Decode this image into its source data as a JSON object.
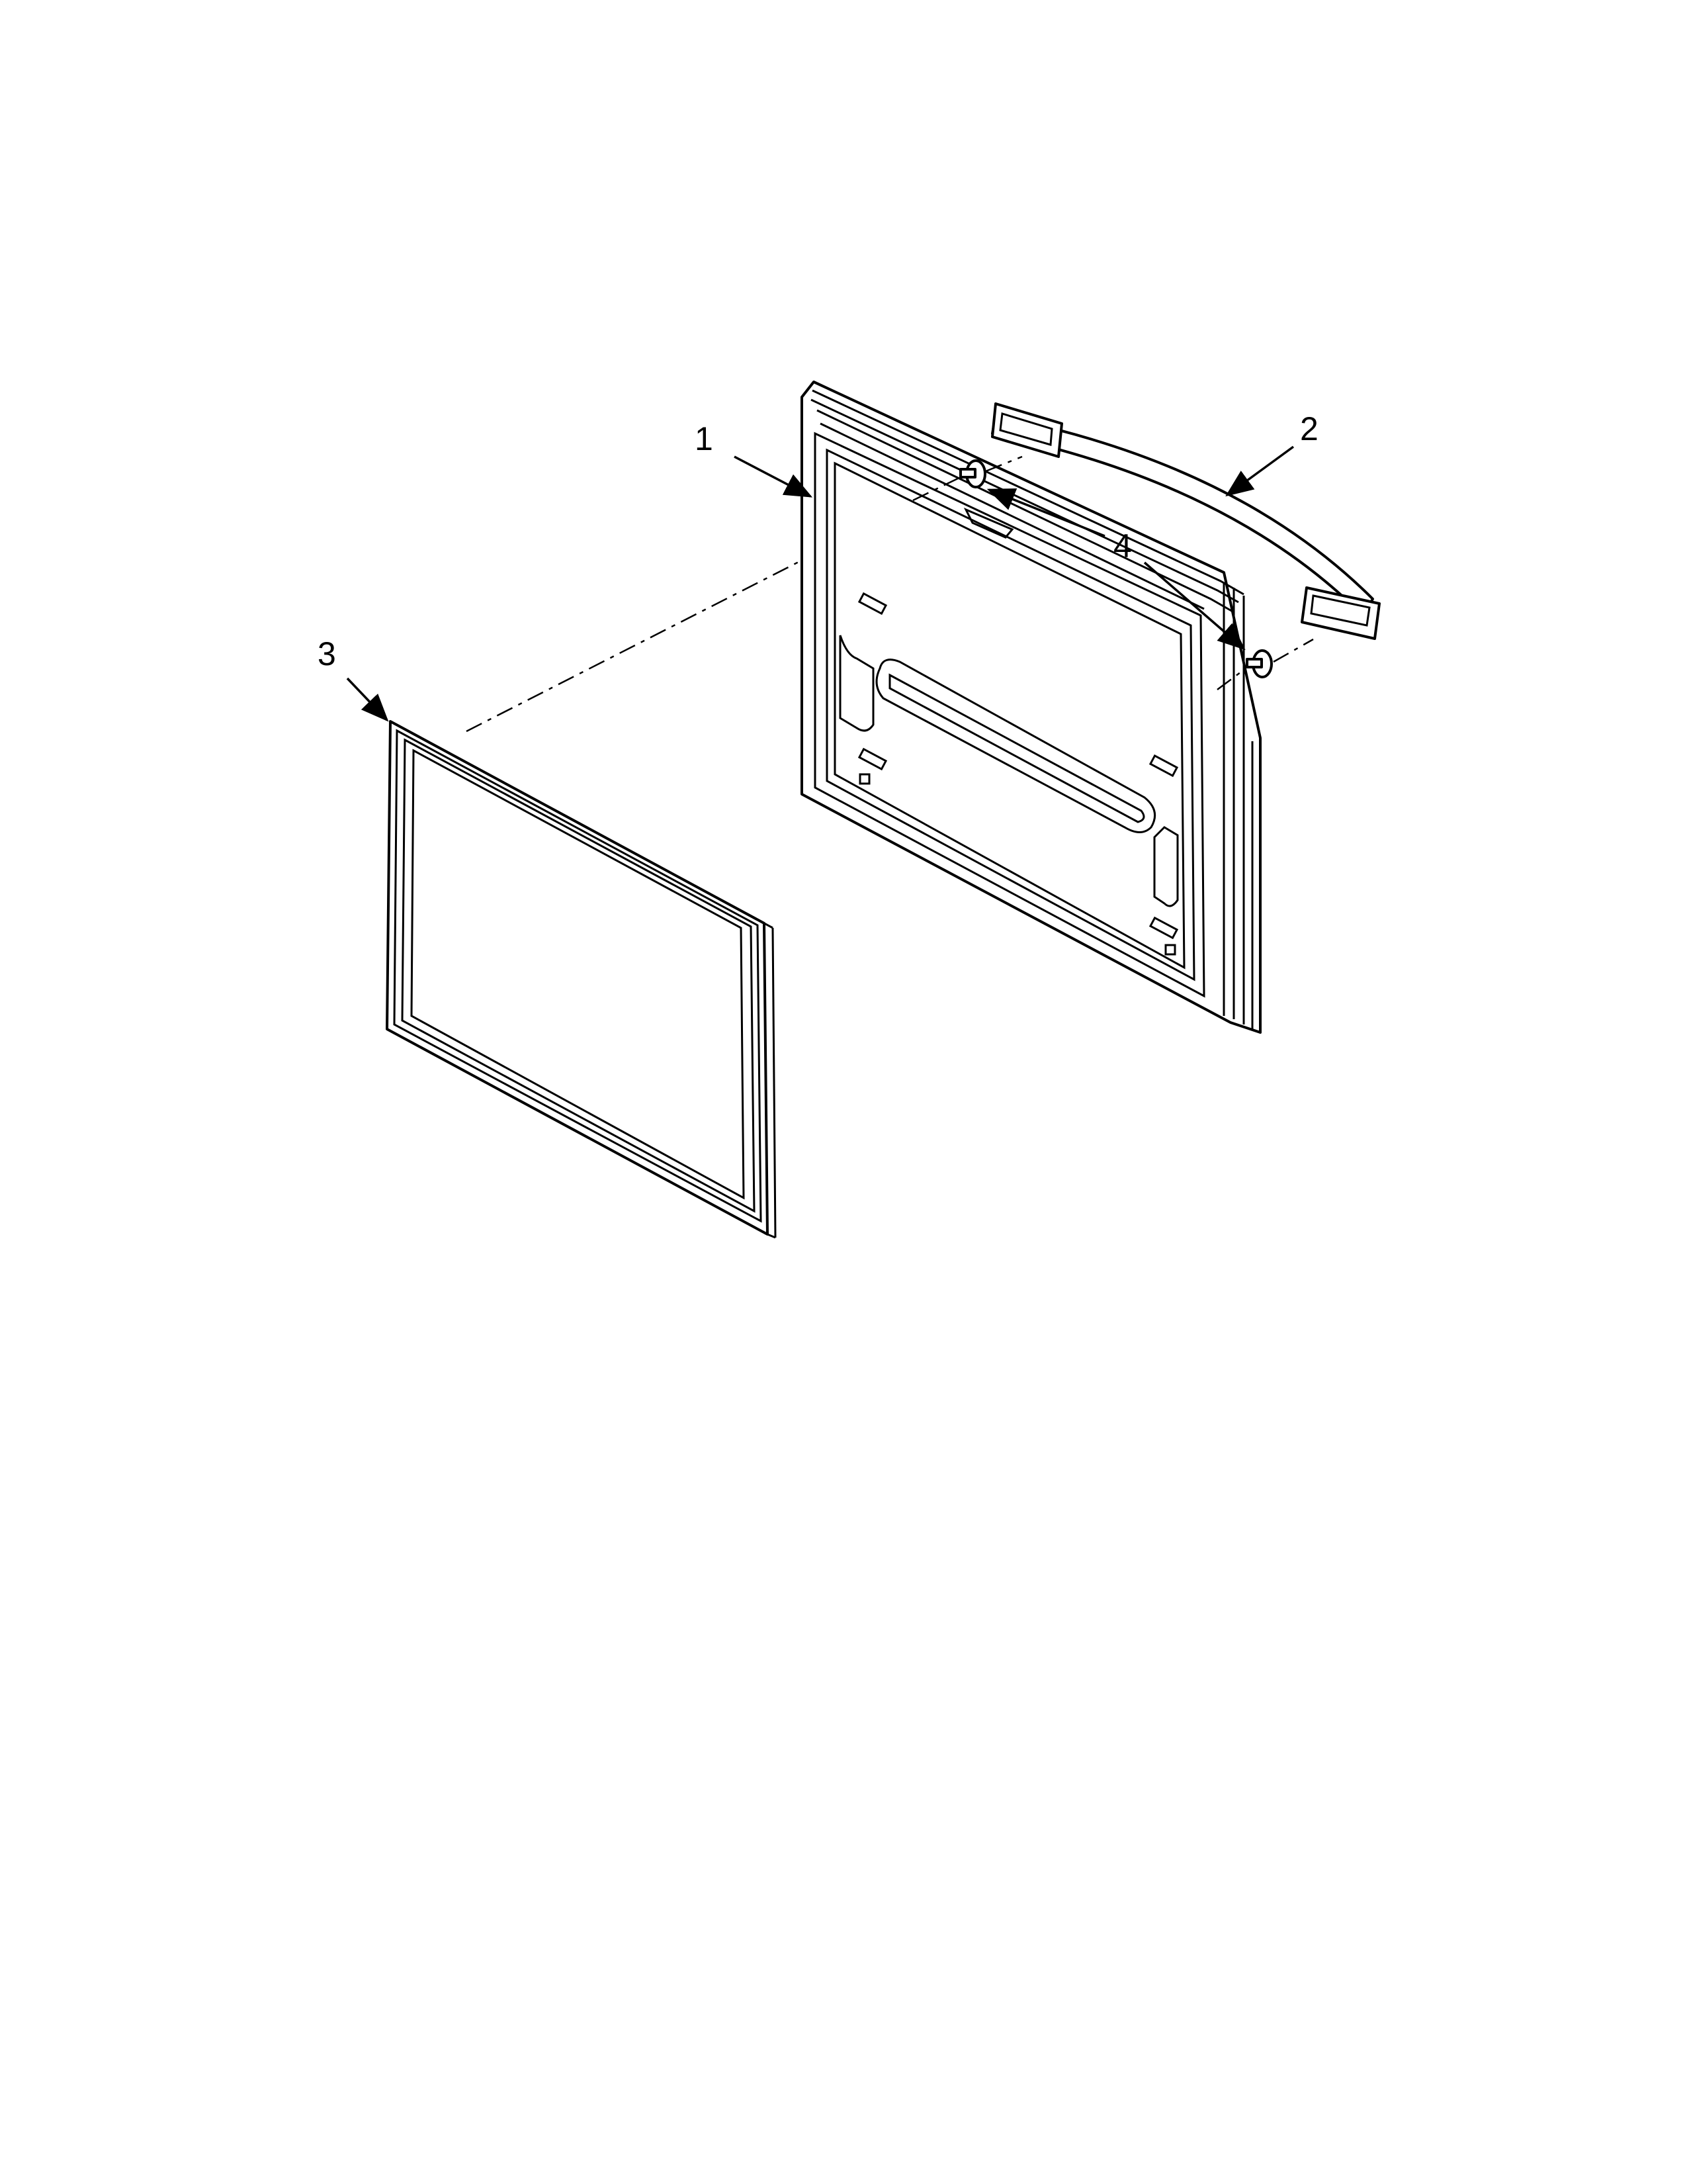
{
  "diagram": {
    "callouts": [
      {
        "number": "1",
        "part": "freezer-door"
      },
      {
        "number": "2",
        "part": "door-handle"
      },
      {
        "number": "3",
        "part": "door-gasket"
      },
      {
        "number": "4",
        "part": "handle-mounting-screws"
      }
    ]
  },
  "colors": {
    "line": "#000000",
    "background": "#ffffff"
  }
}
